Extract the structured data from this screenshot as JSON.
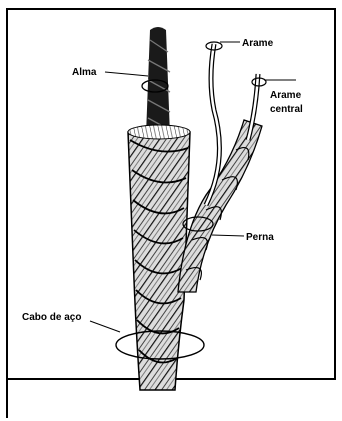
{
  "figure": {
    "labels": {
      "alma": "Alma",
      "arame": "Arame",
      "arame_central_1": "Arame",
      "arame_central_2": "central",
      "perna": "Perna",
      "cabo": "Cabo de aço"
    }
  }
}
